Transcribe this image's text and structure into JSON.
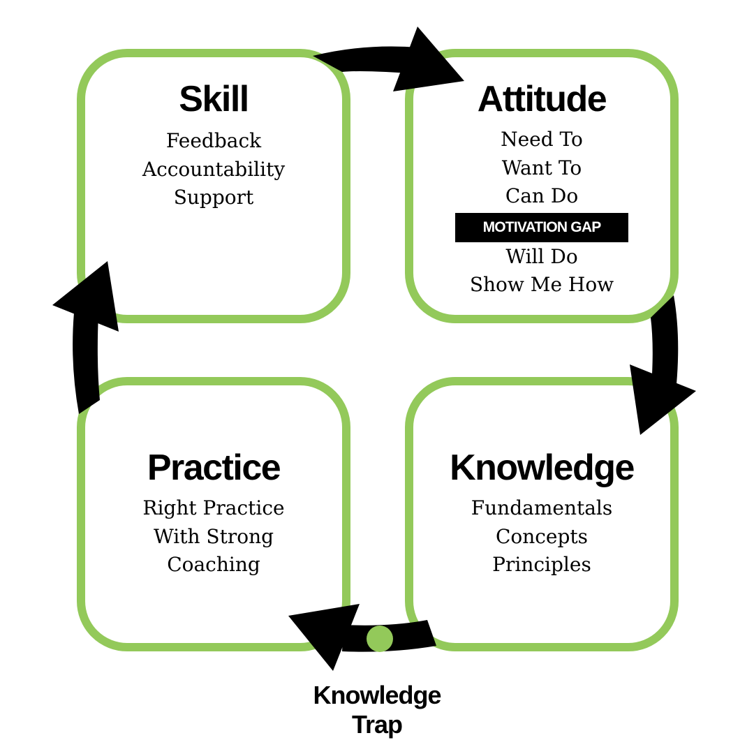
{
  "colors": {
    "box_border": "#93c95a",
    "arrow": "#000000",
    "dot": "#93c95a",
    "gap_background": "#000000",
    "gap_text": "#ffffff"
  },
  "boxes": {
    "skill": {
      "title": "Skill",
      "items": [
        "Feedback",
        "Accountability",
        "Support"
      ]
    },
    "attitude": {
      "title": "Attitude",
      "items_before_gap": [
        "Need To",
        "Want To",
        "Can Do"
      ],
      "gap_label": "MOTIVATION GAP",
      "items_after_gap": [
        "Will Do",
        "Show Me How"
      ]
    },
    "practice": {
      "title": "Practice",
      "items": [
        "Right Practice",
        "With Strong",
        "Coaching"
      ]
    },
    "knowledge": {
      "title": "Knowledge",
      "items": [
        "Fundamentals",
        "Concepts",
        "Principles"
      ]
    }
  },
  "cycle": {
    "arrows": [
      {
        "from": "Skill",
        "to": "Attitude",
        "icon": "arrow-right-icon"
      },
      {
        "from": "Attitude",
        "to": "Knowledge",
        "icon": "arrow-down-icon"
      },
      {
        "from": "Knowledge",
        "to": "Practice",
        "icon": "arrow-left-icon"
      },
      {
        "from": "Practice",
        "to": "Skill",
        "icon": "arrow-up-icon"
      }
    ],
    "trap_marker_icon": "dot-icon"
  },
  "trap_label": {
    "line1": "Knowledge",
    "line2": "Trap"
  }
}
